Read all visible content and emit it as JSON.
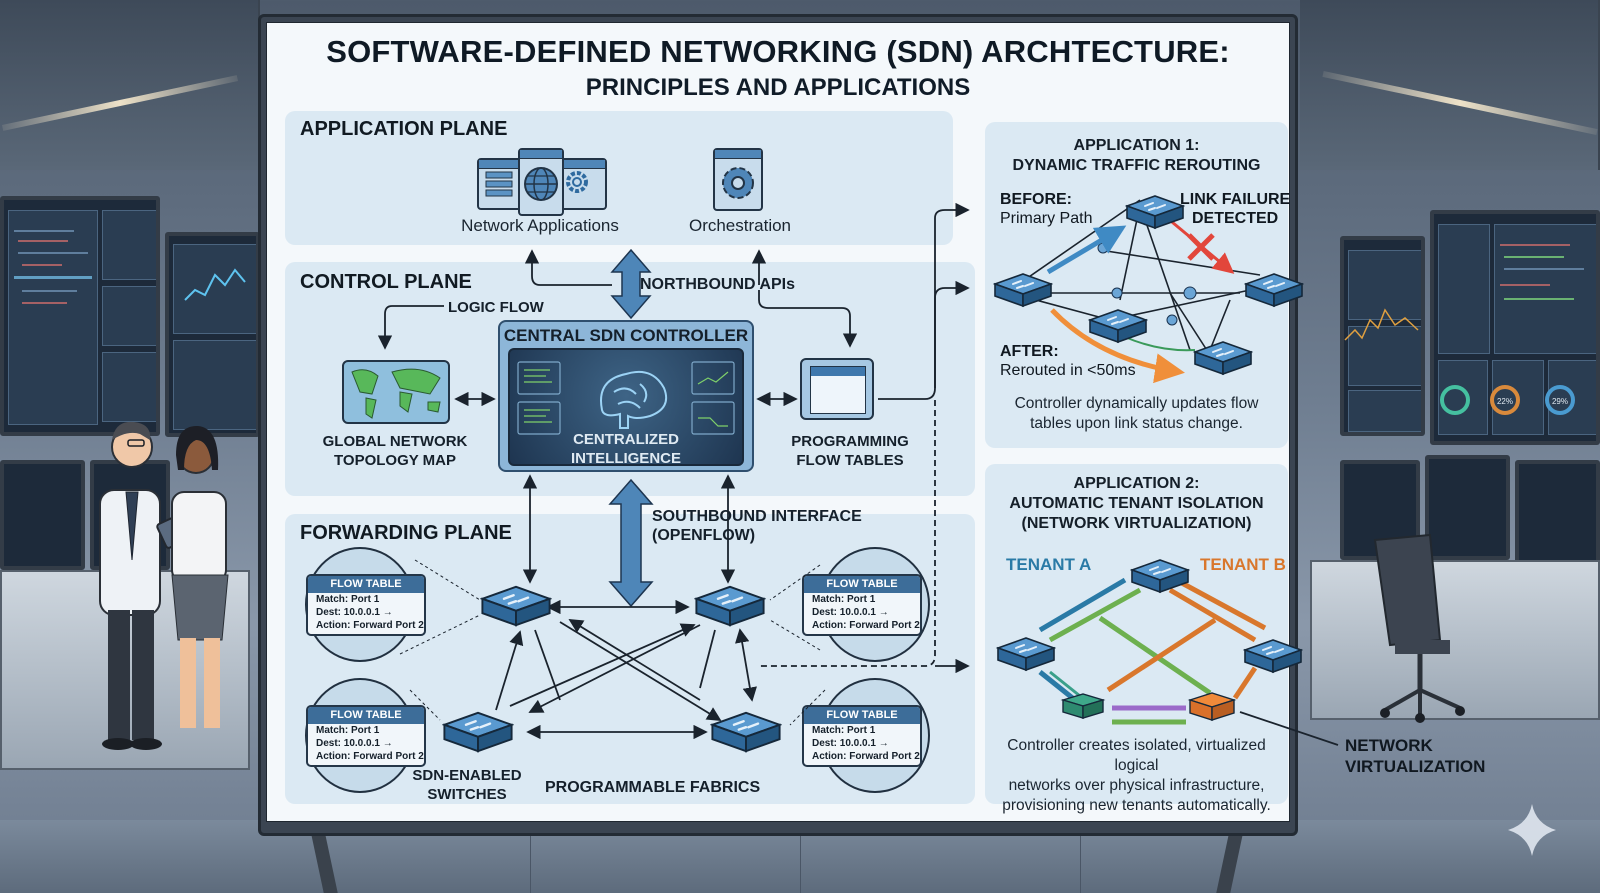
{
  "title": {
    "main": "SOFTWARE-DEFINED NETWORKING (SDN) ARCHTECTURE:",
    "subtitle": "PRINCIPLES AND APPLICATIONS"
  },
  "application_plane": {
    "label": "APPLICATION PLANE",
    "items": [
      {
        "label": "Network Applications",
        "icon": "app-windows-globe-icon"
      },
      {
        "label": "Orchestration",
        "icon": "gear-window-icon"
      }
    ]
  },
  "control_plane": {
    "label": "CONTROL PLANE",
    "northbound_label": "NORTHBOUND APIs",
    "logic_flow_label": "LOGIC FLOW",
    "topology": {
      "line1": "GLOBAL NETWORK",
      "line2": "TOPOLOGY MAP",
      "icon": "world-map-icon"
    },
    "controller": {
      "title": "CENTRAL SDN CONTROLLER",
      "center_line1": "CENTRALIZED",
      "center_line2": "INTELLIGENCE",
      "icon": "brain-icon"
    },
    "flow_tables": {
      "line1": "PROGRAMMING",
      "line2": "FLOW TABLES",
      "icon": "table-icon"
    }
  },
  "forwarding_plane": {
    "label": "FORWARDING PLANE",
    "southbound_line1": "SOUTHBOUND INTERFACE",
    "southbound_line2": "(OPENFLOW)",
    "switches_line1": "SDN-ENABLED",
    "switches_line2": "SWITCHES",
    "fabrics_label": "PROGRAMMABLE FABRICS",
    "flow_tables": [
      {
        "header": "FLOW TABLE",
        "match": "Match: Port 1",
        "dest": "Dest: 10.0.0.1 →",
        "action": "Action: Forward Port 2"
      },
      {
        "header": "FLOW TABLE",
        "match": "Match: Port 1",
        "dest": "Dest: 10.0.0.1 →",
        "action": "Action: Forward Port 2"
      },
      {
        "header": "FLOW TABLE",
        "match": "Match: Port 1",
        "dest": "Dest: 10.0.0.1 →",
        "action": "Action: Forward Port 2"
      },
      {
        "header": "FLOW TABLE",
        "match": "Match: Port 1",
        "dest": "Dest: 10.0.0.1 →",
        "action": "Action: Forward Port 2"
      }
    ]
  },
  "application1": {
    "title_line1": "APPLICATION 1:",
    "title_line2": "DYNAMIC TRAFFIC REROUTING",
    "before_label": "BEFORE:",
    "before_text": "Primary Path",
    "failure_line1": "LINK FAILURE",
    "failure_line2": "DETECTED",
    "after_label": "AFTER:",
    "after_text": "Rerouted in <50ms",
    "desc_line1": "Controller dynamically updates flow",
    "desc_line2": "tables upon link status change."
  },
  "application2": {
    "title_line1": "APPLICATION 2:",
    "title_line2": "AUTOMATIC TENANT ISOLATION",
    "title_line3": "(NETWORK VIRTUALIZATION)",
    "tenant_a": "TENANT A",
    "tenant_b": "TENANT B",
    "desc_line1": "Controller creates isolated, virtualized logical",
    "desc_line2": "networks over physical infrastructure,",
    "desc_line3": "provisioning new tenants automatically."
  },
  "callout": {
    "line1": "NETWORK",
    "line2": "VIRTUALIZATION"
  },
  "colors": {
    "switch_blue": "#3f7fb6",
    "tenant_a": "#2a7aa6",
    "tenant_b": "#d9772c",
    "tenant_green": "#6db04f",
    "failure_red": "#e2463b",
    "reroute_orange": "#f08f3a",
    "reroute_green": "#3a9a5a"
  },
  "background": {
    "monitor_gauges": [
      "22%",
      "29%"
    ]
  }
}
